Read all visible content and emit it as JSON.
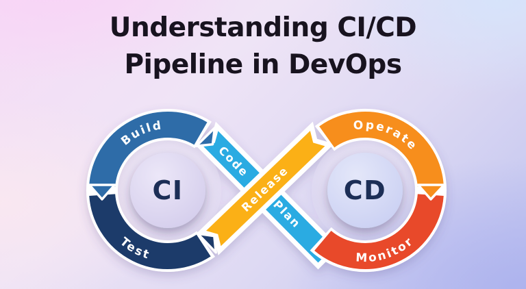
{
  "title": {
    "line1": "Understanding CI/CD",
    "line2": "Pipeline in DevOps"
  },
  "diagram": {
    "left_loop": {
      "label": "CI",
      "top_segment": "Build",
      "bottom_segment": "Test"
    },
    "right_loop": {
      "label": "CD",
      "top_segment": "Operate",
      "bottom_segment": "Monitor"
    },
    "ribbons": {
      "code": "Code",
      "release": "Release",
      "plan": "Plan"
    }
  },
  "colors": {
    "build": "#2d6ca8",
    "test": "#1d3a6b",
    "code_plan": "#29abe2",
    "release": "#fbb017",
    "operate": "#f78e1d",
    "monitor": "#e8492a",
    "loop_text": "#1e2d56",
    "segment_text": "#ffffff",
    "title_text": "#18131f"
  }
}
